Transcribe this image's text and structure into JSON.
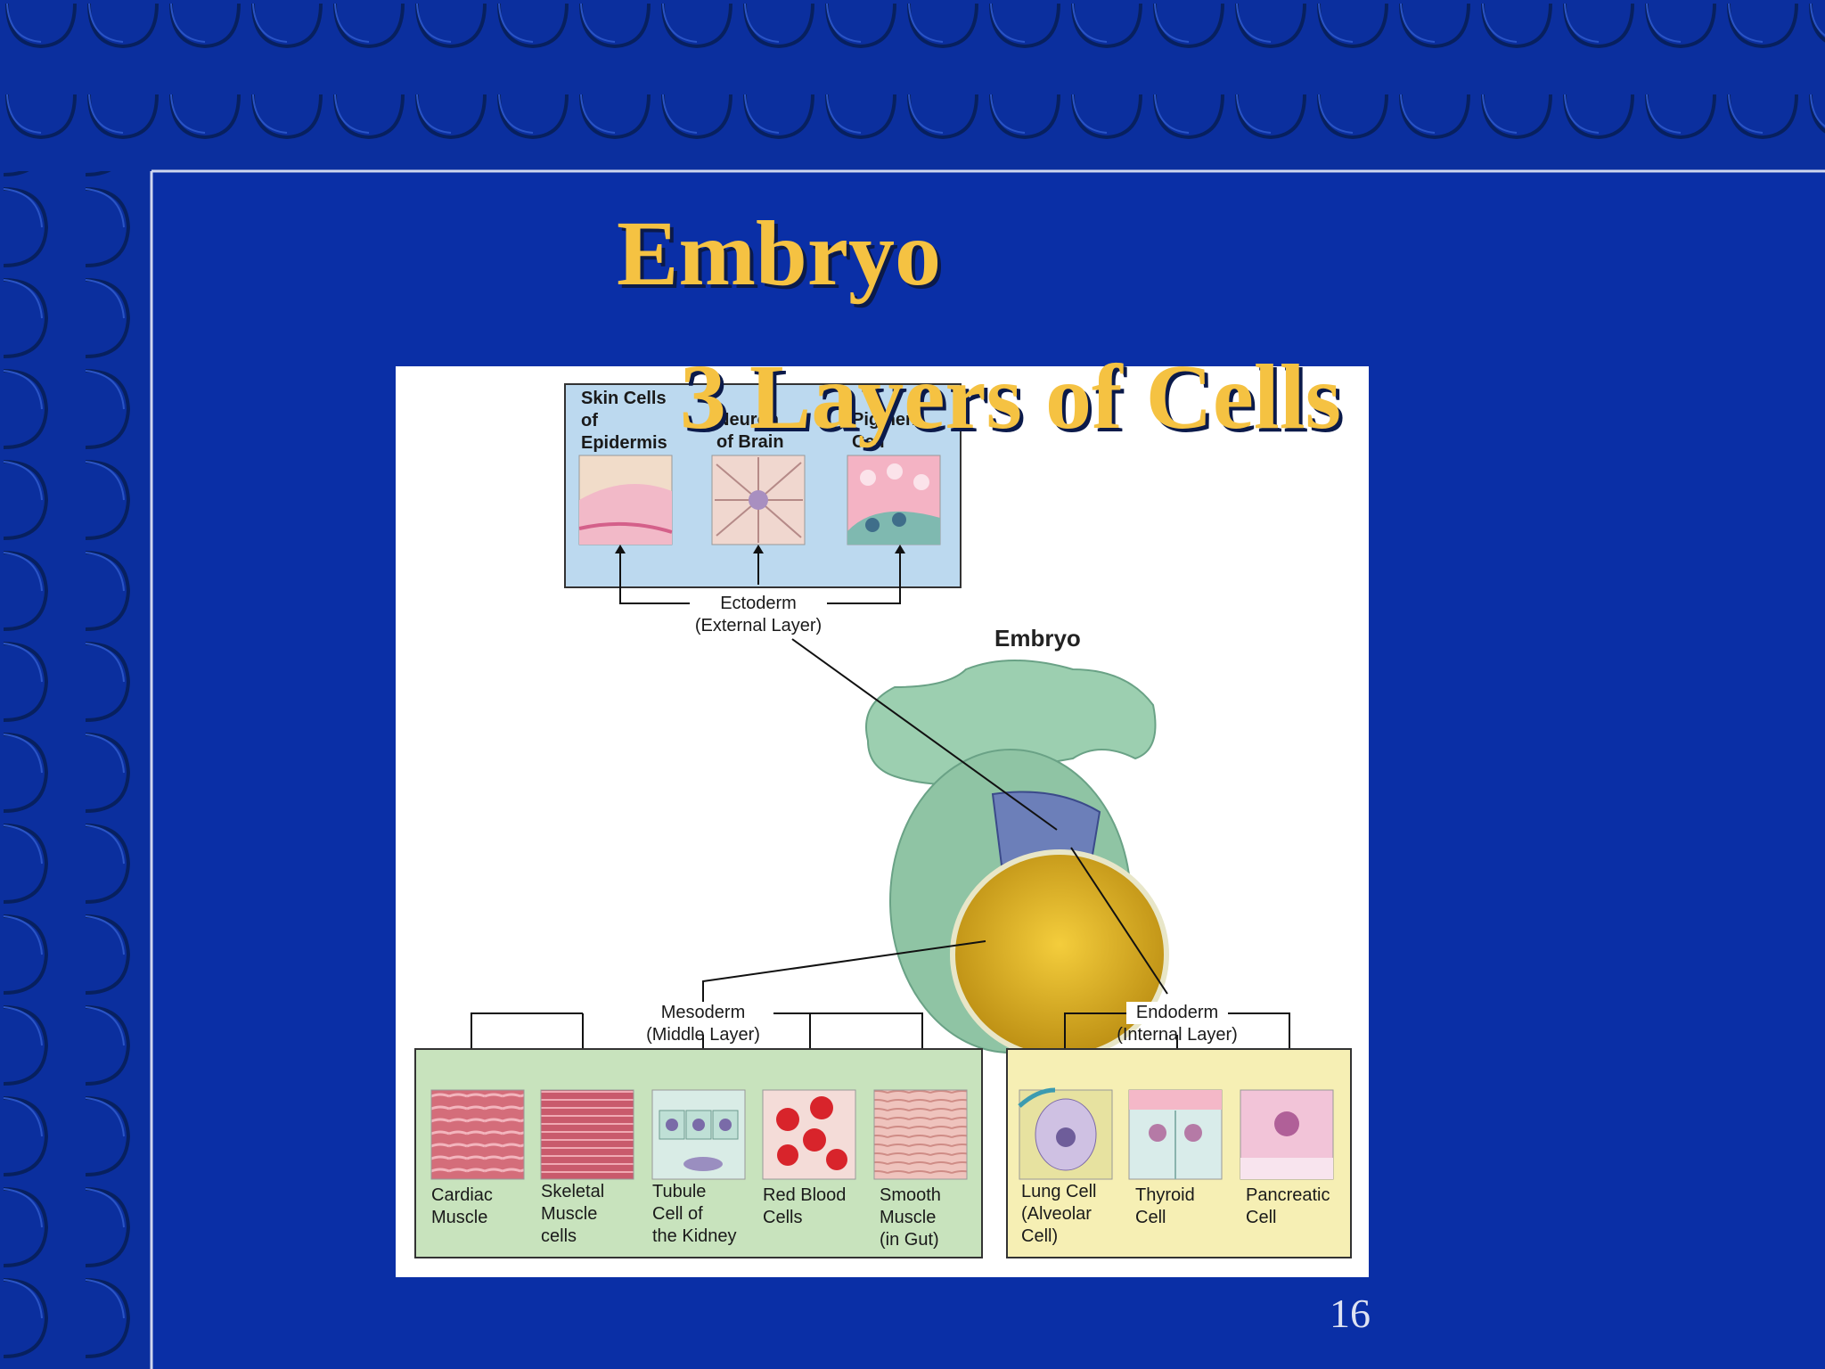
{
  "slide": {
    "title_line1": "Embryo",
    "title_line2": "3 Layers of Cells",
    "page_number": "16",
    "colors": {
      "background": "#0a2fa6",
      "title": "#f5c242",
      "frame_line": "#cfd6ee"
    }
  },
  "diagram": {
    "embryo_label": "Embryo",
    "ectoderm": {
      "name": "Ectoderm",
      "subtitle": "(External Layer)",
      "cells": [
        {
          "label": "Skin Cells\nof\nEpidermis"
        },
        {
          "label": "Neuron\nof Brain"
        },
        {
          "label": "Pigment\nCell"
        }
      ]
    },
    "mesoderm": {
      "name": "Mesoderm",
      "subtitle": "(Middle Layer)",
      "cells": [
        {
          "label": "Cardiac\nMuscle"
        },
        {
          "label": "Skeletal\nMuscle\ncells"
        },
        {
          "label": "Tubule\nCell of\nthe Kidney"
        },
        {
          "label": "Red Blood\nCells"
        },
        {
          "label": "Smooth\nMuscle\n(in Gut)"
        }
      ]
    },
    "endoderm": {
      "name": "Endoderm",
      "subtitle": "(Internal Layer)",
      "cells": [
        {
          "label": "Lung Cell\n(Alveolar\nCell)"
        },
        {
          "label": "Thyroid\nCell"
        },
        {
          "label": "Pancreatic\nCell"
        }
      ]
    }
  }
}
